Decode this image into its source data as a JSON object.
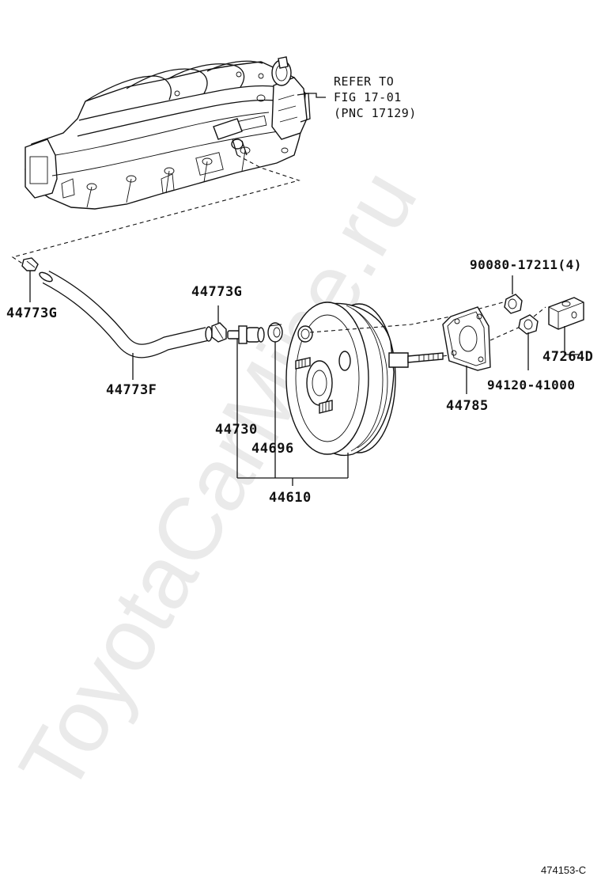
{
  "watermark": "ToyotaCarMine.ru",
  "reference_note": {
    "line1": "REFER TO",
    "line2": "FIG 17-01",
    "line3": "(PNC 17129)"
  },
  "part_labels": {
    "clip_left": "44773G",
    "clip_right": "44773G",
    "hose": "44773F",
    "check_valve": "44730",
    "grommet": "44696",
    "booster_assy": "44610",
    "gasket": "44785",
    "nut_top": "90080-17211(4)",
    "nut_bottom": "94120-41000",
    "clevis": "47264D"
  },
  "figure_id": "474153-C"
}
